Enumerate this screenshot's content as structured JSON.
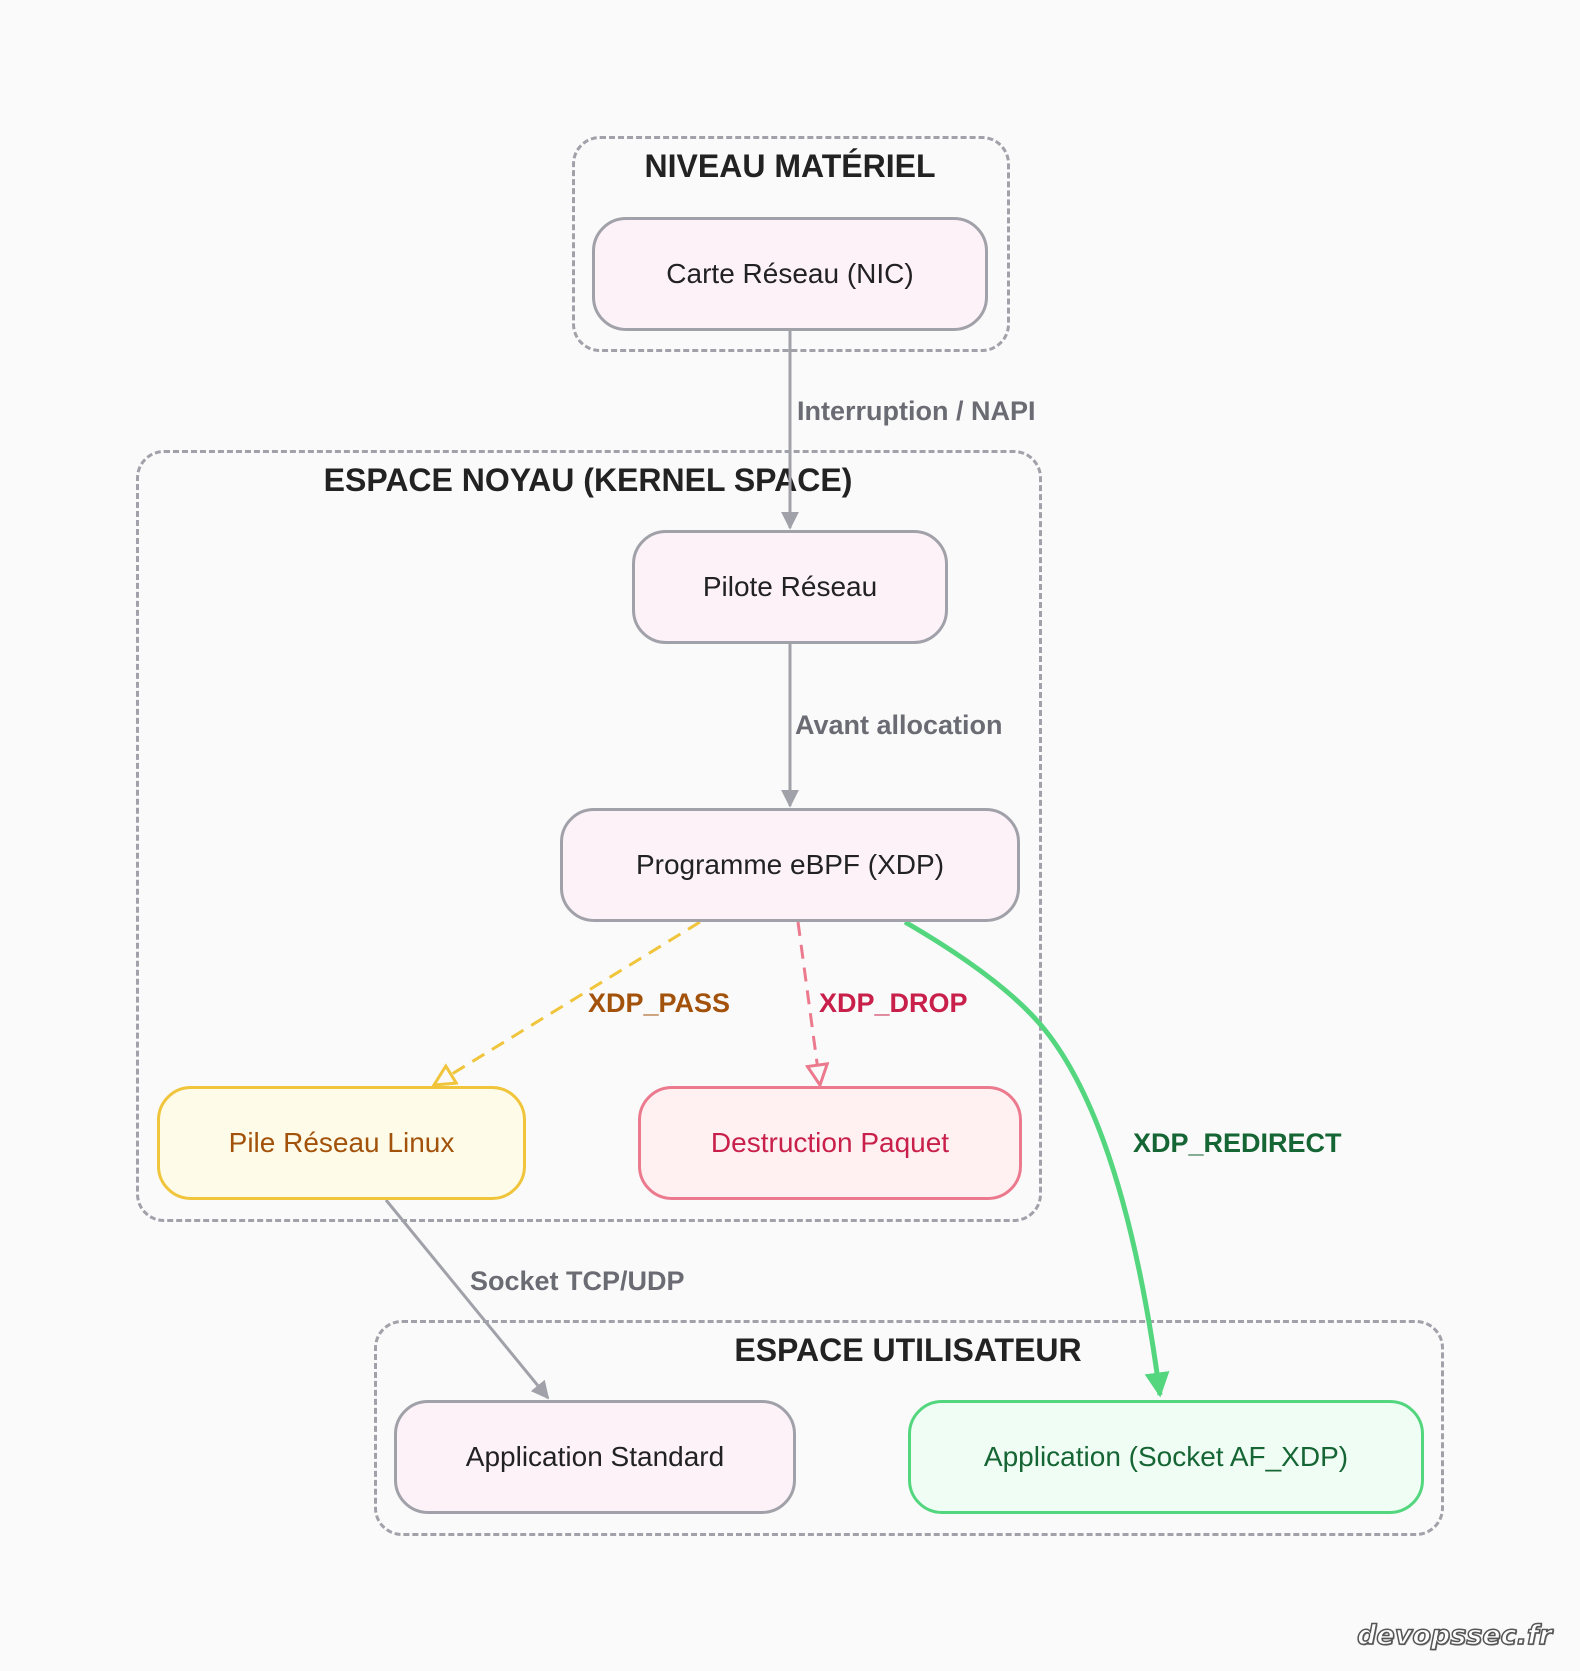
{
  "groups": {
    "hardware": "NIVEAU MATÉRIEL",
    "kernel": "ESPACE NOYAU (KERNEL SPACE)",
    "user": "ESPACE UTILISATEUR"
  },
  "nodes": {
    "nic": "Carte Réseau (NIC)",
    "driver": "Pilote Réseau",
    "xdp": "Programme eBPF (XDP)",
    "stack": "Pile Réseau Linux",
    "drop": "Destruction Paquet",
    "app_standard": "Application Standard",
    "app_afxdp": "Application (Socket AF_XDP)"
  },
  "edges": {
    "nic_driver": "Interruption / NAPI",
    "driver_xdp": "Avant allocation",
    "xdp_pass": "XDP_PASS",
    "xdp_drop": "XDP_DROP",
    "xdp_redirect": "XDP_REDIRECT",
    "stack_app": "Socket TCP/UDP"
  },
  "colors": {
    "neutral_stroke": "#a1a1aa",
    "pass": "#f0c53c",
    "drop": "#ec7a8e",
    "redirect": "#54d67f"
  },
  "watermark": "devopssec.fr"
}
